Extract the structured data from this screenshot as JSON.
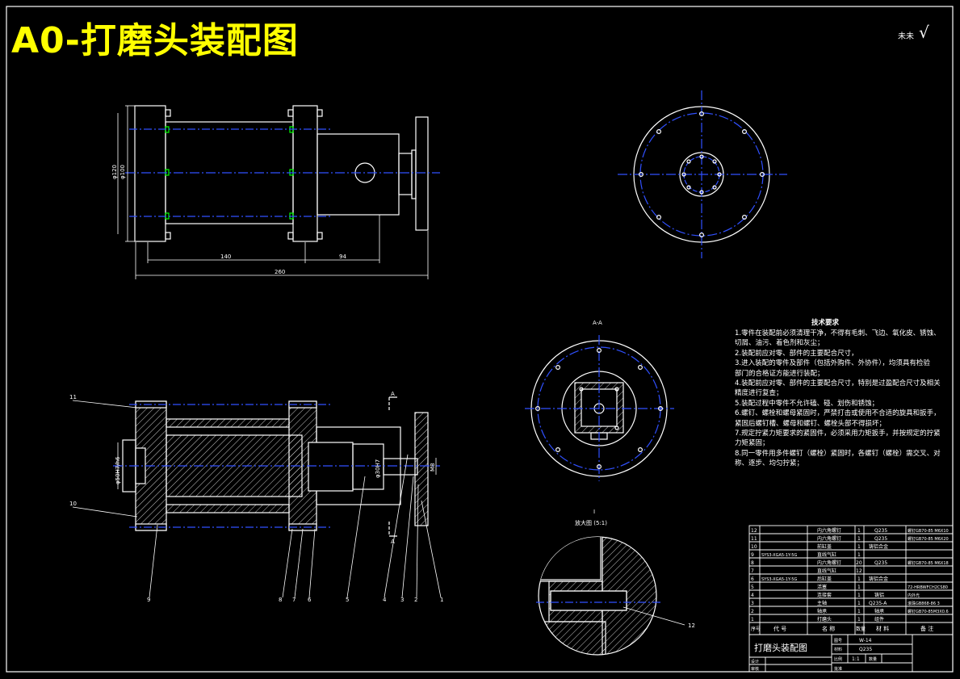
{
  "title": "A0-打磨头装配图",
  "corner_mark": "未未",
  "check_mark": "√",
  "top_view": {
    "dim_140": "140",
    "dim_94": "94",
    "dim_260": "260",
    "dim_d120": "φ120",
    "dim_d100": "φ100"
  },
  "section_view": {
    "callouts": [
      "11",
      "10",
      "9",
      "8",
      "7",
      "6",
      "5",
      "4",
      "3",
      "2",
      "1"
    ],
    "dim_fit": "φ50H7/h6",
    "dim_shaft": "φ30H7",
    "dim_small": "M8",
    "section_mark": "A"
  },
  "view_aa": {
    "label": "A-A"
  },
  "detail_view": {
    "label_top": "I",
    "label": "放大图 (5:1)",
    "callout": "12"
  },
  "tech_req": {
    "heading": "技术要求",
    "lines": [
      "1.零件在装配前必须清理干净，不得有毛刺、飞边、氧化皮、锈蚀、",
      "切屑、油污、着色剂和灰尘；",
      "2.装配前应对零、部件的主要配合尺寸，",
      "3.进入装配的零件及部件（包括外购件、外协件），均须具有检验",
      "部门的合格证方能进行装配；",
      "4.装配前应对零、部件的主要配合尺寸，特别是过盈配合尺寸及相关",
      "精度进行复查；",
      "5.装配过程中零件不允许磕、碰、划伤和锈蚀；",
      "6.螺钉、螺栓和螺母紧固时，严禁打击或使用不合适的旋具和扳手，",
      "紧固后螺钉槽、螺母和螺钉、螺栓头部不得损坏；",
      "7.规定拧紧力矩要求的紧固件，必须采用力矩扳手，并按规定的拧紧",
      "力矩紧固；",
      "8.同一零件用多件螺钉（螺栓）紧固时，各螺钉（螺栓）需交叉、对",
      "称、逐步、均匀拧紧；"
    ]
  },
  "bom": {
    "rows": [
      {
        "no": "12",
        "code": "",
        "name": "内六角螺钉",
        "qty": "1",
        "mat": "Q235",
        "std": "螺钉GB70-85 M6X10"
      },
      {
        "no": "11",
        "code": "",
        "name": "内六角螺钉",
        "qty": "1",
        "mat": "Q235",
        "std": "螺钉GB70-85 M6X20"
      },
      {
        "no": "10",
        "code": "",
        "name": "前缸盖",
        "qty": "1",
        "mat": "铸铝合金",
        "std": ""
      },
      {
        "no": "9",
        "code": "SYS3-XGA5-1Y-5G",
        "name": "直线气缸",
        "qty": "1",
        "mat": "",
        "std": ""
      },
      {
        "no": "8",
        "code": "",
        "name": "内六角螺钉",
        "qty": "20",
        "mat": "Q235",
        "std": "螺钉GB70-85 M6X18"
      },
      {
        "no": "7",
        "code": "",
        "name": "直线气缸",
        "qty": "12",
        "mat": "",
        "std": ""
      },
      {
        "no": "6",
        "code": "SYS3-XGA5-1Y-5G",
        "name": "后缸盖",
        "qty": "1",
        "mat": "铸铝合金",
        "std": ""
      },
      {
        "no": "5",
        "code": "",
        "name": "活塞",
        "qty": "1",
        "mat": "",
        "std": "72-HRBWFCH2CS80"
      },
      {
        "no": "4",
        "code": "",
        "name": "连接套",
        "qty": "1",
        "mat": "铸铝",
        "std": "内外光"
      },
      {
        "no": "3",
        "code": "",
        "name": "主轴",
        "qty": "1",
        "mat": "Q235-A",
        "std": "滚珠GB868-86 3"
      },
      {
        "no": "2",
        "code": "",
        "name": "轴承",
        "qty": "1",
        "mat": "轴承",
        "std": "螺钉GB70-85M3X0.6"
      },
      {
        "no": "1",
        "code": "",
        "name": "打磨头",
        "qty": "1",
        "mat": "组件",
        "std": ""
      }
    ],
    "header": {
      "no": "序号",
      "code": "代 号",
      "name": "名 称",
      "qty": "数量",
      "mat": "材 料",
      "std": "备 注"
    },
    "drawing_title": "打磨头装配图",
    "tb_a": "图号",
    "tb_a_val": "W-14",
    "tb_b": "材料",
    "tb_b_val": "Q235",
    "tb_c": "比例",
    "tb_c_val": "1:1",
    "tb_d": "数量",
    "tb_design": "设计",
    "tb_check": "审核",
    "tb_approve": "批准"
  }
}
